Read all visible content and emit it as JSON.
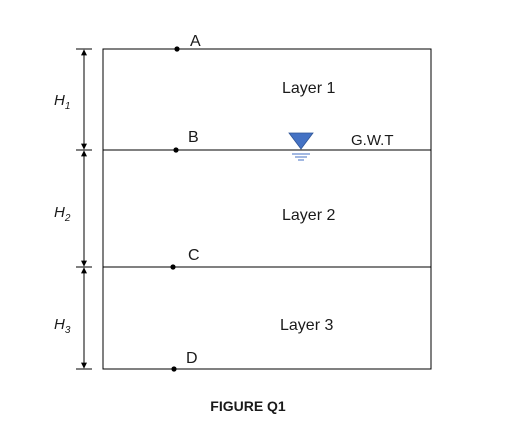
{
  "diagram": {
    "points": {
      "a": "A",
      "b": "B",
      "c": "C",
      "d": "D"
    },
    "layers": {
      "layer1": "Layer 1",
      "layer2": "Layer 2",
      "layer3": "Layer 3"
    },
    "water_table": {
      "label": "G.W.T",
      "marker_color": "#4472C4"
    },
    "heights": {
      "h1": {
        "symbol": "H",
        "subscript": "1"
      },
      "h2": {
        "symbol": "H",
        "subscript": "2"
      },
      "h3": {
        "symbol": "H",
        "subscript": "3"
      }
    },
    "caption": "FIGURE Q1"
  }
}
